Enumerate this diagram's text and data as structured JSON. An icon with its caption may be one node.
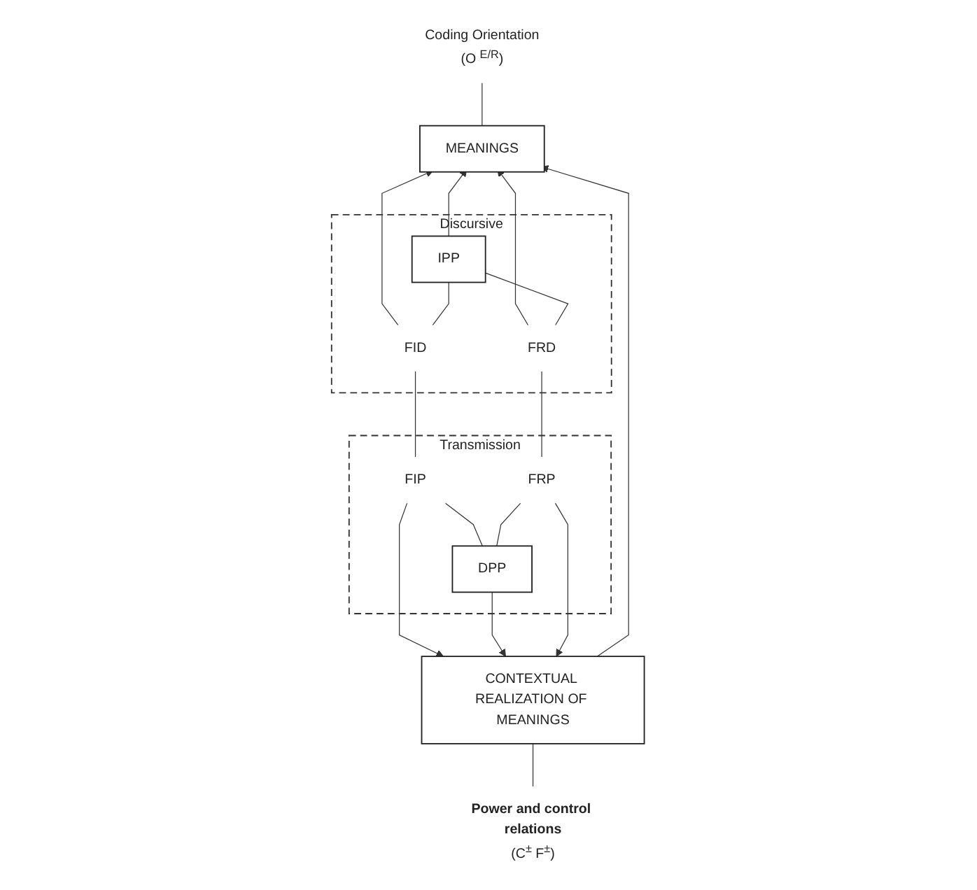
{
  "diagram": {
    "nodes": [
      {
        "text": [
          "Coding Orientation",
          "(O $^{E/R}$)"
        ]
      },
      {
        "text": [
          "MEANINGS"
        ]
      },
      {
        "text": [
          "Discursive"
        ]
      },
      {
        "text": [
          "FID"
        ],
        "in": 2
      },
      {
        "text": [
          "IPP"
        ],
        "in": 2
      },
      {
        "text": [
          "FRD"
        ],
        "in": 2
      },
      {
        "text": [
          "Transmission"
        ]
      },
      {
        "text": [
          "FIP"
        ],
        "in": 6
      },
      {
        "text": [
          "DPP"
        ],
        "in": 6
      },
      {
        "text": [
          "FRP"
        ],
        "in": 6
      },
      {
        "text": [
          "CONTEXTUAL REALIZATION OF MEANINGS"
        ]
      },
      {
        "text": [
          "Power and control relations",
          "(C$^{±}$ F$^{±}$)"
        ]
      }
    ],
    "edges": [
      {
        "from": 0,
        "to": 1,
        "arrow": "none"
      },
      {
        "from": 3,
        "to": 1,
        "arrow": "to"
      },
      {
        "from": 4,
        "to": 1,
        "arrow": "to"
      },
      {
        "from": 5,
        "to": 1,
        "arrow": "to"
      },
      {
        "from": 3,
        "to": 4,
        "arrow": "none"
      },
      {
        "from": 5,
        "to": 4,
        "arrow": "none"
      },
      {
        "from": 3,
        "to": 7,
        "arrow": "none"
      },
      {
        "from": 5,
        "to": 9,
        "arrow": "none"
      },
      {
        "from": 7,
        "to": 8,
        "arrow": "none"
      },
      {
        "from": 9,
        "to": 8,
        "arrow": "none"
      },
      {
        "from": 7,
        "to": 10,
        "arrow": "to"
      },
      {
        "from": 8,
        "to": 10,
        "arrow": "to"
      },
      {
        "from": 9,
        "to": 10,
        "arrow": "to"
      },
      {
        "from": 10,
        "to": 1,
        "arrow": "to"
      },
      {
        "from": 11,
        "to": 10,
        "arrow": "none"
      }
    ]
  }
}
